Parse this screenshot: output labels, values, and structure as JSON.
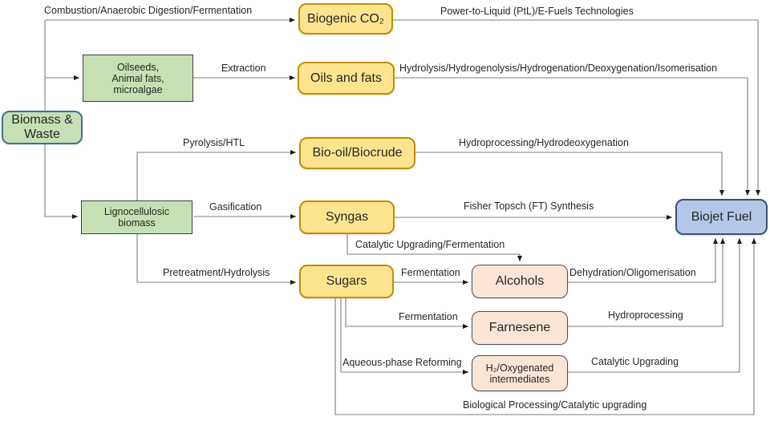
{
  "nodes": {
    "biomass_waste": "Biomass & Waste",
    "oilseeds": "Oilseeds, Animal fats, microalgae",
    "lignocellulosic": "Lignocellulosic biomass",
    "biogenic_co2": "Biogenic CO₂",
    "oils_fats": "Oils and fats",
    "bio_oil": "Bio-oil/Biocrude",
    "syngas": "Syngas",
    "sugars": "Sugars",
    "alcohols": "Alcohols",
    "farnesene": "Farnesene",
    "h2_oxygenated": "H₂/Oxygenated intermediates",
    "biojet": "Biojet Fuel"
  },
  "edges": {
    "combustion": "Combustion/Anaerobic Digestion/Fermentation",
    "ptl": "Power-to-Liquid (PtL)/E-Fuels Technologies",
    "extraction": "Extraction",
    "hydrolysis_chain": "Hydrolysis/Hydrogenolysis/Hydrogenation/Deoxygenation/Isomerisation",
    "pyrolysis": "Pyrolysis/HTL",
    "hydroprocessing_hdo": "Hydroprocessing/Hydrodeoxygenation",
    "gasification": "Gasification",
    "ft_synthesis": "Fisher Topsch (FT) Synthesis",
    "catalytic_upgrading_fermentation": "Catalytic Upgrading/Fermentation",
    "pretreatment": "Pretreatment/Hydrolysis",
    "fermentation_alcohols": "Fermentation",
    "dehydration": "Dehydration/Oligomerisation",
    "fermentation_farnesene": "Fermentation",
    "hydroprocessing": "Hydroprocessing",
    "aqueous_reforming": "Aqueous-phase Reforming",
    "catalytic_upgrading": "Catalytic Upgrading",
    "biological": "Biological Processing/Catalytic upgrading"
  },
  "colors": {
    "feedstock_fill": "#c6e0b4",
    "feedstock_border": "#41719c",
    "feedstock_rect_border": "#3f3f3f",
    "intermediate_fill": "#ffe48f",
    "intermediate_border": "#bf9000",
    "derivative_fill": "#fbe5d6",
    "derivative_border": "#44546a",
    "product_fill": "#b4c7e7",
    "product_border": "#3a5272",
    "line": "#7f7f7f",
    "arrow": "#1a1a1a",
    "text": "#262626"
  }
}
